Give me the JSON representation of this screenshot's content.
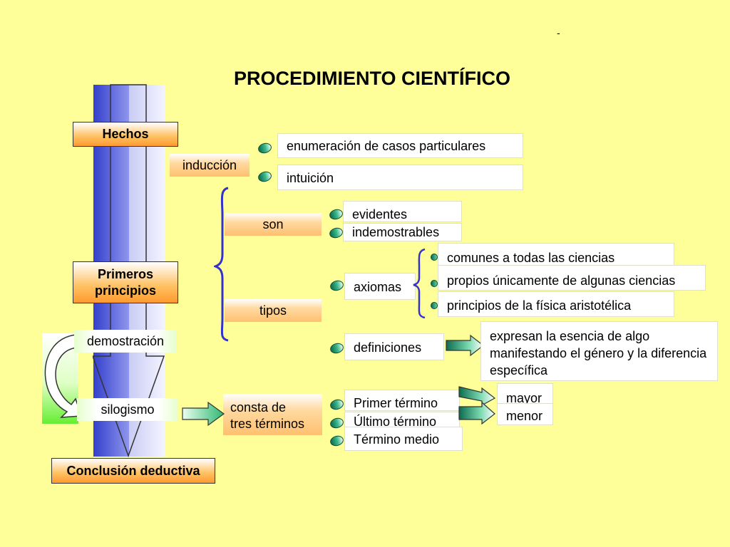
{
  "title": "PROCEDIMIENTO CIENTÍFICO",
  "dash": "-",
  "main": {
    "hechos": "Hechos",
    "primeros": "Primeros\nprincipios",
    "conclusion": "Conclusión deductiva"
  },
  "tags": {
    "induccion": "inducción",
    "son": "son",
    "tipos": "tipos",
    "demostracion": "demostración",
    "silogismo": "silogismo",
    "consta": "consta de\ntres términos"
  },
  "induccion_items": [
    "enumeración de casos particulares",
    "intuición"
  ],
  "son_items": [
    "evidentes",
    "indemostrables"
  ],
  "axiomas": "axiomas",
  "axiomas_items": [
    "comunes a todas las ciencias",
    "propios únicamente de algunas ciencias",
    "principios de la física aristotélica"
  ],
  "definiciones": "definiciones",
  "definiciones_text": "expresan la esencia de algo manifestando el género y la diferencia específica",
  "terminos": [
    "Primer término",
    "Último término",
    "Término medio"
  ],
  "terminos_result": [
    "mayor",
    "menor"
  ],
  "colors": {
    "background": "#ffff99",
    "bracket": "#3333cc",
    "bullet": "#1a8a5f",
    "arrow": "#2e8b57"
  }
}
